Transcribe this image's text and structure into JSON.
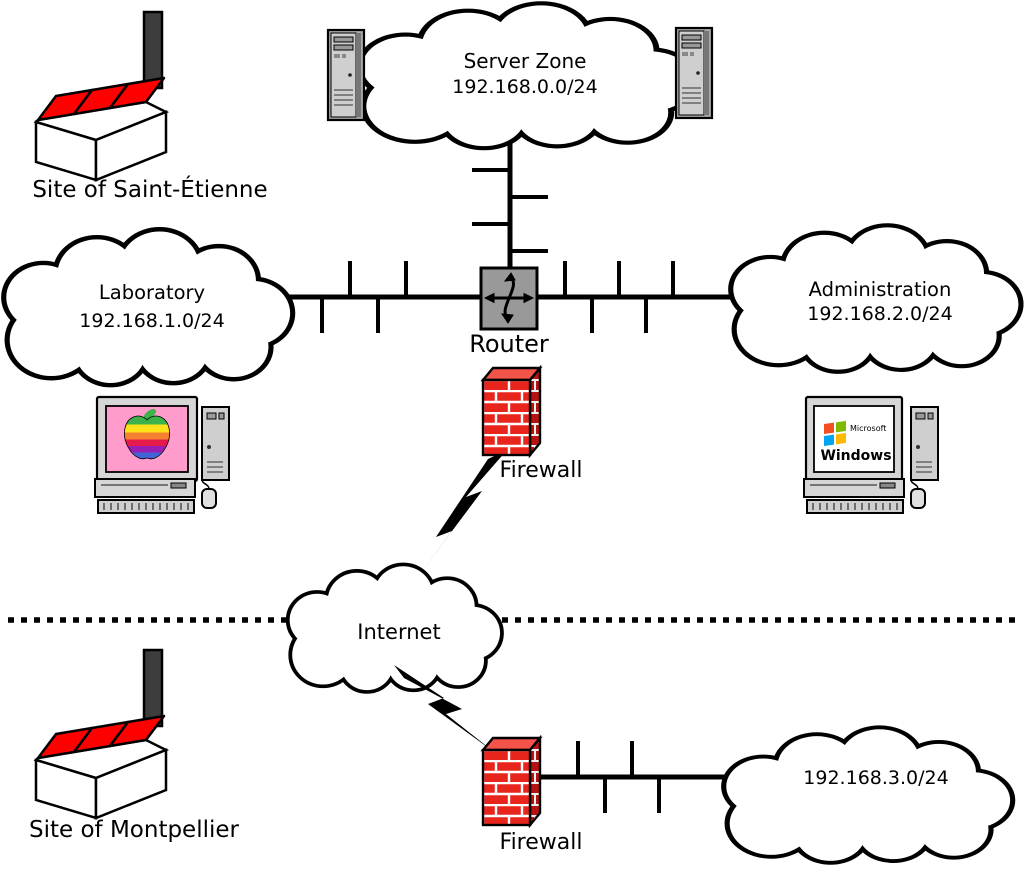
{
  "sites": {
    "saint_etienne": "Site of Saint-Étienne",
    "montpellier": "Site of Montpellier"
  },
  "networks": {
    "server_zone": {
      "name": "Server Zone",
      "subnet": "192.168.0.0/24"
    },
    "laboratory": {
      "name": "Laboratory",
      "subnet": "192.168.1.0/24"
    },
    "administration": {
      "name": "Administration",
      "subnet": "192.168.2.0/24"
    },
    "montpellier_lan": {
      "subnet": "192.168.3.0/24"
    },
    "internet": {
      "name": "Internet"
    }
  },
  "devices": {
    "router": "Router",
    "firewall_top": "Firewall",
    "firewall_bottom": "Firewall"
  },
  "workstation_windows": {
    "brand": "Microsoft",
    "os": "Windows"
  },
  "icons": {
    "factory": "factory-icon",
    "cloud": "cloud-shape",
    "server_tower": "server-tower-icon",
    "router": "router-arrows-icon",
    "firewall": "brick-wall-icon",
    "lightning": "lightning-bolt-icon",
    "mac": "mac-computer-icon",
    "windows_pc": "windows-computer-icon"
  },
  "colors": {
    "factory_red": "#ff0000",
    "brick_red": "#e8251c",
    "brick_dark_red": "#b51312",
    "router_gray": "#999999",
    "mac_screen_pink": "#ff9ccc",
    "line_black": "#000000"
  }
}
